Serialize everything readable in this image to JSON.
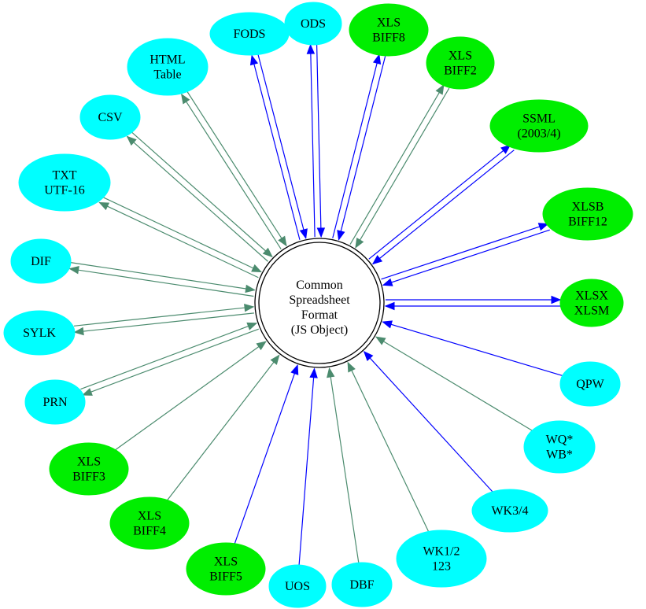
{
  "center": {
    "lines": [
      "Common",
      "Spreadsheet",
      "Format",
      "(JS Object)"
    ]
  },
  "colors": {
    "cyan": "#00ffff",
    "green": "#00ee00",
    "blue": "#0000ff",
    "teal": "#4b8b6e",
    "ring": "#000000"
  },
  "nodes": [
    {
      "id": "fods",
      "lines": [
        "FODS"
      ],
      "fill": "cyan",
      "dir": "both",
      "edge": "blue"
    },
    {
      "id": "ods",
      "lines": [
        "ODS"
      ],
      "fill": "cyan",
      "dir": "both",
      "edge": "blue"
    },
    {
      "id": "xls-biff8",
      "lines": [
        "XLS",
        "BIFF8"
      ],
      "fill": "green",
      "dir": "both",
      "edge": "blue"
    },
    {
      "id": "xls-biff2",
      "lines": [
        "XLS",
        "BIFF2"
      ],
      "fill": "green",
      "dir": "both",
      "edge": "teal"
    },
    {
      "id": "ssml",
      "lines": [
        "SSML",
        "(2003/4)"
      ],
      "fill": "green",
      "dir": "both",
      "edge": "blue"
    },
    {
      "id": "xlsb",
      "lines": [
        "XLSB",
        "BIFF12"
      ],
      "fill": "green",
      "dir": "both",
      "edge": "blue"
    },
    {
      "id": "xlsx",
      "lines": [
        "XLSX",
        "XLSM"
      ],
      "fill": "green",
      "dir": "both",
      "edge": "blue"
    },
    {
      "id": "qpw",
      "lines": [
        "QPW"
      ],
      "fill": "cyan",
      "dir": "in",
      "edge": "blue"
    },
    {
      "id": "wq-wb",
      "lines": [
        "WQ*",
        "WB*"
      ],
      "fill": "cyan",
      "dir": "in",
      "edge": "teal"
    },
    {
      "id": "wk34",
      "lines": [
        "WK3/4"
      ],
      "fill": "cyan",
      "dir": "in",
      "edge": "blue"
    },
    {
      "id": "wk12",
      "lines": [
        "WK1/2",
        "123"
      ],
      "fill": "cyan",
      "dir": "in",
      "edge": "teal"
    },
    {
      "id": "dbf",
      "lines": [
        "DBF"
      ],
      "fill": "cyan",
      "dir": "in",
      "edge": "teal"
    },
    {
      "id": "uos",
      "lines": [
        "UOS"
      ],
      "fill": "cyan",
      "dir": "in",
      "edge": "blue"
    },
    {
      "id": "xls-biff5",
      "lines": [
        "XLS",
        "BIFF5"
      ],
      "fill": "green",
      "dir": "in",
      "edge": "blue"
    },
    {
      "id": "xls-biff4",
      "lines": [
        "XLS",
        "BIFF4"
      ],
      "fill": "green",
      "dir": "in",
      "edge": "teal"
    },
    {
      "id": "xls-biff3",
      "lines": [
        "XLS",
        "BIFF3"
      ],
      "fill": "green",
      "dir": "in",
      "edge": "teal"
    },
    {
      "id": "prn",
      "lines": [
        "PRN"
      ],
      "fill": "cyan",
      "dir": "both",
      "edge": "teal"
    },
    {
      "id": "sylk",
      "lines": [
        "SYLK"
      ],
      "fill": "cyan",
      "dir": "both",
      "edge": "teal"
    },
    {
      "id": "dif",
      "lines": [
        "DIF"
      ],
      "fill": "cyan",
      "dir": "both",
      "edge": "teal"
    },
    {
      "id": "txt-utf16",
      "lines": [
        "TXT",
        "UTF-16"
      ],
      "fill": "cyan",
      "dir": "both",
      "edge": "teal"
    },
    {
      "id": "csv",
      "lines": [
        "CSV"
      ],
      "fill": "cyan",
      "dir": "both",
      "edge": "teal"
    },
    {
      "id": "html-table",
      "lines": [
        "HTML",
        "Table"
      ],
      "fill": "cyan",
      "dir": "both",
      "edge": "teal"
    }
  ]
}
